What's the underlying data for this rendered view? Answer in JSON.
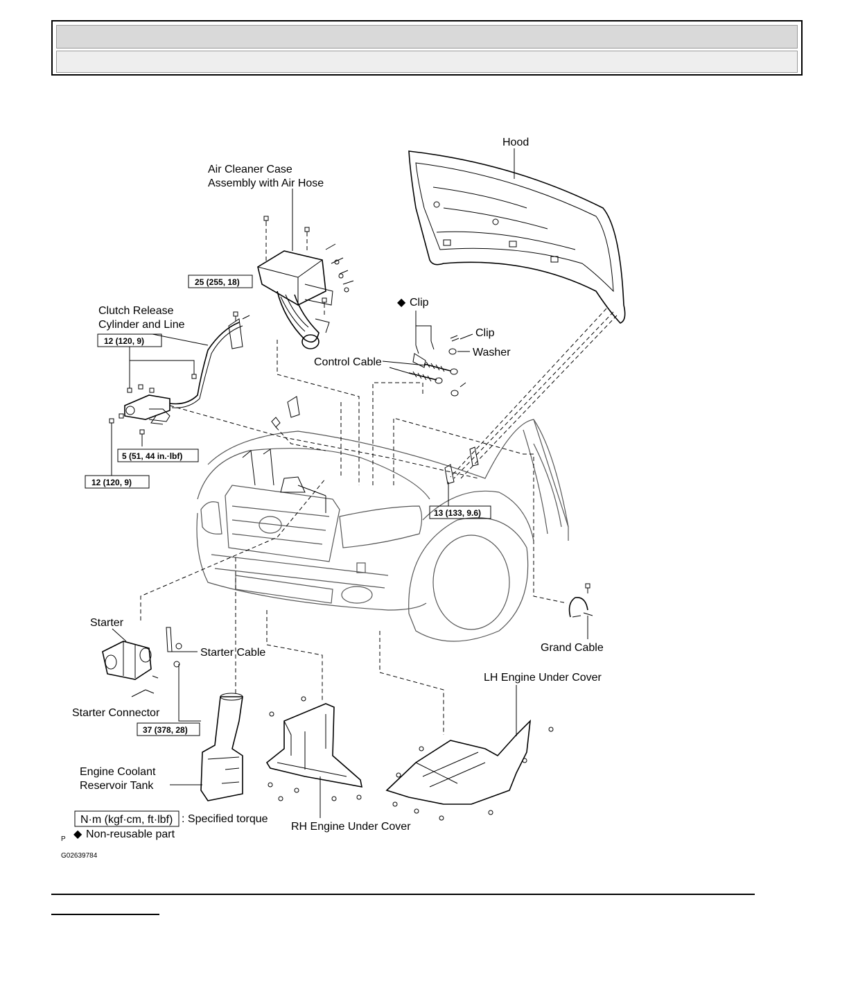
{
  "labels": {
    "hood": "Hood",
    "air_cleaner_1": "Air Cleaner Case",
    "air_cleaner_2": "Assembly with Air Hose",
    "clutch_1": "Clutch Release",
    "clutch_2": "Cylinder and Line",
    "clip_nonreusable": "Clip",
    "clip": "Clip",
    "washer": "Washer",
    "control_cable": "Control Cable",
    "starter": "Starter",
    "starter_cable": "Starter Cable",
    "starter_connector": "Starter Connector",
    "grand_cable": "Grand Cable",
    "lh_under_cover": "LH Engine Under Cover",
    "rh_under_cover": "RH Engine Under Cover",
    "coolant_1": "Engine Coolant",
    "coolant_2": "Reservoir Tank"
  },
  "torques": {
    "air_cleaner": "25 (255, 18)",
    "clutch_upper": "12 (120, 9)",
    "clutch_lower": "12 (120, 9)",
    "clutch_mid": "5 (51, 44 in.·lbf)",
    "hood": "13 (133, 9.6)",
    "starter": "37 (378, 28)"
  },
  "legend": {
    "torque_unit": "N·m (kgf·cm, ft·lbf)",
    "torque_desc": ": Specified torque",
    "nonreusable": "Non-reusable part",
    "diamond": "◆",
    "p_mark": "P",
    "figure_code": "G02639784"
  },
  "icons": {
    "nonreusable_marker": "diamond-icon",
    "bolt": "bolt-icon"
  }
}
